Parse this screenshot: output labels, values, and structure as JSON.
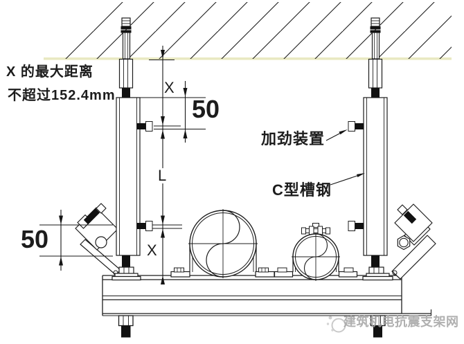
{
  "annotations": {
    "note_line1": "X 的最大距离",
    "note_line2": "不超过152.4mm",
    "stiffener": "加劲装置",
    "channel_steel": "C型槽钢"
  },
  "dims": {
    "x_upper": "X",
    "fifty_upper": "50",
    "L": "L",
    "x_lower": "X",
    "fifty_lower": "50"
  },
  "watermark": {
    "text": "建筑机电抗震支架网",
    "logo_icon": "site-logo-circle-icon"
  },
  "colors": {
    "line": "#1c1c1c",
    "ceiling_edge": "#e9e9c2",
    "watermark_text": "#a3a3a3",
    "watermark_logo": "#c9c9c9",
    "background": "#ffffff"
  }
}
